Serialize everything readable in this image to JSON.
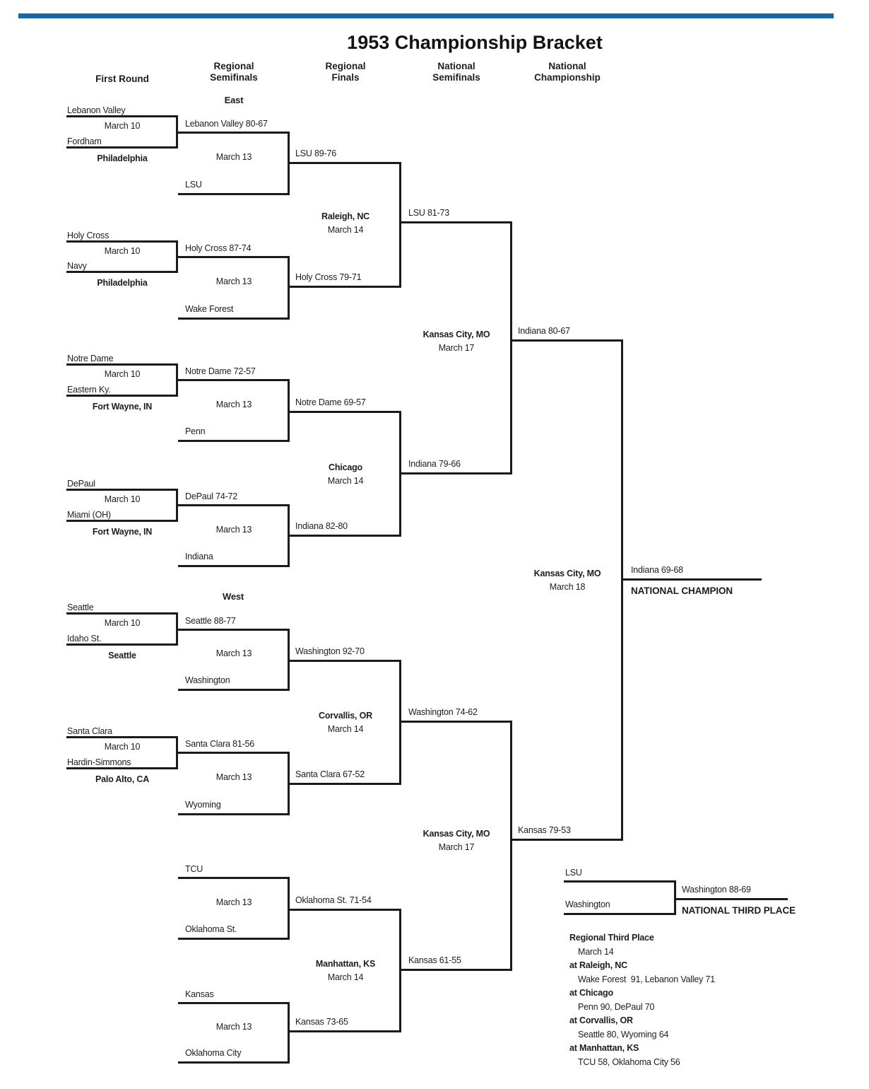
{
  "page": {
    "title": "1953 Championship Bracket",
    "columns": [
      "First Round",
      "Regional\nSemifinals",
      "Regional\nFinals",
      "National\nSemifinals",
      "National\nChampionship"
    ],
    "regions": {
      "east": "East",
      "west": "West"
    }
  },
  "colors": {
    "top_bar": "#1268b1",
    "line": "#1b1b1b",
    "text": "#1d1d1d"
  },
  "first_round": [
    {
      "team1": "Lebanon Valley",
      "team2": "Fordham",
      "date": "March 10",
      "site": "Philadelphia"
    },
    {
      "team1": "Holy Cross",
      "team2": "Navy",
      "date": "March 10",
      "site": "Philadelphia"
    },
    {
      "team1": "Notre Dame",
      "team2": "Eastern Ky.",
      "date": "March 10",
      "site": "Fort Wayne, IN"
    },
    {
      "team1": "DePaul",
      "team2": "Miami (OH)",
      "date": "March 10",
      "site": "Fort Wayne, IN"
    },
    {
      "team1": "Seattle",
      "team2": "Idaho St.",
      "date": "March 10",
      "site": "Seattle"
    },
    {
      "team1": "Santa Clara",
      "team2": "Hardin-Simmons",
      "date": "March 10",
      "site": "Palo Alto, CA"
    }
  ],
  "regional_semifinals": [
    {
      "top": "Lebanon Valley 80-67",
      "bottom": "LSU",
      "date": "March 13",
      "winner": "LSU 89-76"
    },
    {
      "top": "Holy Cross 87-74",
      "bottom": "Wake Forest",
      "date": "March 13",
      "winner": "Holy Cross 79-71"
    },
    {
      "top": "Notre Dame 72-57",
      "bottom": "Penn",
      "date": "March 13",
      "winner": "Notre Dame 69-57"
    },
    {
      "top": "DePaul 74-72",
      "bottom": "Indiana",
      "date": "March 13",
      "winner": "Indiana 82-80"
    },
    {
      "top": "Seattle 88-77",
      "bottom": "Washington",
      "date": "March 13",
      "winner": "Washington 92-70"
    },
    {
      "top": "Santa Clara 81-56",
      "bottom": "Wyoming",
      "date": "March 13",
      "winner": "Santa Clara 67-52"
    },
    {
      "top": "TCU",
      "bottom": "Oklahoma St.",
      "date": "March 13",
      "winner": "Oklahoma St. 71-54"
    },
    {
      "top": "Kansas",
      "bottom": "Oklahoma City",
      "date": "March 13",
      "winner": "Kansas 73-65"
    }
  ],
  "regional_finals": [
    {
      "site": "Raleigh, NC",
      "date": "March 14",
      "winner": "LSU 81-73"
    },
    {
      "site": "Chicago",
      "date": "March 14",
      "winner": "Indiana 79-66"
    },
    {
      "site": "Corvallis, OR",
      "date": "March 14",
      "winner": "Washington 74-62"
    },
    {
      "site": "Manhattan, KS",
      "date": "March 14",
      "winner": "Kansas 61-55"
    }
  ],
  "national_semifinals": [
    {
      "site": "Kansas City, MO",
      "date": "March 17",
      "winner": "Indiana 80-67"
    },
    {
      "site": "Kansas City, MO",
      "date": "March 17",
      "winner": "Kansas 79-53"
    }
  ],
  "championship": {
    "site": "Kansas City, MO",
    "date": "March 18",
    "winner": "Indiana 69-68",
    "caption": "NATIONAL CHAMPION"
  },
  "third_place_game": {
    "team1": "LSU",
    "team2": "Washington",
    "winner": "Washington 88-69",
    "caption": "NATIONAL THIRD PLACE"
  },
  "regional_third_place": {
    "heading": "Regional Third Place",
    "date": "March 14",
    "games": [
      {
        "site": "at Raleigh, NC",
        "result": "Wake Forest  91, Lebanon Valley 71"
      },
      {
        "site": "at Chicago",
        "result": "Penn 90, DePaul 70"
      },
      {
        "site": "at Corvallis, OR",
        "result": "Seattle 80, Wyoming 64"
      },
      {
        "site": "at Manhattan, KS",
        "result": "TCU 58, Oklahoma City 56"
      }
    ]
  }
}
